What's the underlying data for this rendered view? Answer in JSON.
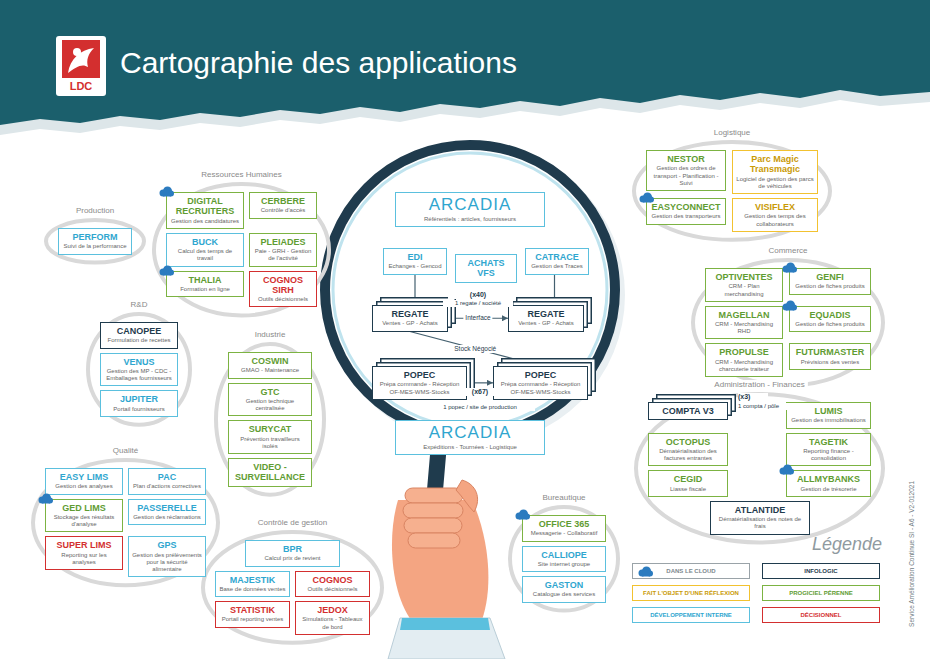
{
  "diagram": {
    "title": "Cartographie des applications",
    "nodes": [
      {
        "text": [
          "Ressources Humaines"
        ]
      },
      {
        "text": [
          "DIGITAL RECRUITERS",
          "Gestion des candidatures"
        ],
        "in": 0
      },
      {
        "text": [
          "CERBERE",
          "Contrôle d'accès"
        ],
        "in": 0
      },
      {
        "text": [
          "BUCK",
          "Calcul des temps de travail"
        ],
        "in": 0
      },
      {
        "text": [
          "PLEIADES",
          "Paie - GRH - Gestion de l'activité"
        ],
        "in": 0
      },
      {
        "text": [
          "THALIA",
          "Formation en ligne"
        ],
        "in": 0
      },
      {
        "text": [
          "COGNOS SIRH",
          "Outils décisionnels"
        ],
        "in": 0
      },
      {
        "text": [
          "Production"
        ]
      },
      {
        "text": [
          "PERFORM",
          "Suivi de la performance"
        ],
        "in": 7
      },
      {
        "text": [
          "R&D"
        ]
      },
      {
        "text": [
          "CANOPEE",
          "Formulation de recettes"
        ],
        "in": 9
      },
      {
        "text": [
          "VENUS",
          "Gestion des MP - CDC - Emballages fournisseurs"
        ],
        "in": 9
      },
      {
        "text": [
          "JUPITER",
          "Portail fournisseurs"
        ],
        "in": 9
      },
      {
        "text": [
          "Industrie"
        ]
      },
      {
        "text": [
          "COSWIN",
          "GMAO - Maintenance"
        ],
        "in": 13
      },
      {
        "text": [
          "GTC",
          "Gestion technique centralisée"
        ],
        "in": 13
      },
      {
        "text": [
          "SURYCAT",
          "Prévention travailleurs isolés"
        ],
        "in": 13
      },
      {
        "text": [
          "VIDEO - SURVEILLANCE"
        ],
        "in": 13
      },
      {
        "text": [
          "Qualité"
        ]
      },
      {
        "text": [
          "EASY LIMS",
          "Gestion des analyses"
        ],
        "in": 18
      },
      {
        "text": [
          "PAC",
          "Plan d'actions correctives"
        ],
        "in": 18
      },
      {
        "text": [
          "GED LIMS",
          "Stockage des résultats d'analyse"
        ],
        "in": 18
      },
      {
        "text": [
          "PASSERELLE",
          "Gestion des réclamations"
        ],
        "in": 18
      },
      {
        "text": [
          "SUPER LIMS",
          "Reporting sur les analyses"
        ],
        "in": 18
      },
      {
        "text": [
          "GPS",
          "Gestion des prélèvements pour la sécurité alimentaire"
        ],
        "in": 18
      },
      {
        "text": [
          "Contrôle de gestion"
        ]
      },
      {
        "text": [
          "BPR",
          "Calcul prix de revient"
        ],
        "in": 25
      },
      {
        "text": [
          "MAJESTIK",
          "Base de données ventes"
        ],
        "in": 25
      },
      {
        "text": [
          "COGNOS",
          "Outils décisionnels"
        ],
        "in": 25
      },
      {
        "text": [
          "STATISTIK",
          "Portail reporting ventes"
        ],
        "in": 25
      },
      {
        "text": [
          "JEDOX",
          "Simulations - Tableaux de bord"
        ],
        "in": 25
      },
      {
        "text": [
          "ARCADIA",
          "Référentiels : articles, fournisseurs"
        ]
      },
      {
        "text": [
          "EDI",
          "Echanges - Gencod"
        ]
      },
      {
        "text": [
          "ACHATS VFS"
        ]
      },
      {
        "text": [
          "CATRACE",
          "Gestion des Traces"
        ]
      },
      {
        "text": [
          "REGATE",
          "Ventes - GP - Achats"
        ]
      },
      {
        "text": [
          "REGATE",
          "Ventes - GP - Achats"
        ]
      },
      {
        "text": [
          "POPEC",
          "Prépa commande - Réception OF-MES-WMS-Stocks"
        ]
      },
      {
        "text": [
          "POPEC",
          "Prépa commande - Réception OF-MES-WMS-Stocks"
        ]
      },
      {
        "text": [
          "ARCADIA",
          "Expéditions - Tournées - Logistique"
        ]
      },
      {
        "text": [
          "Bureautique"
        ]
      },
      {
        "text": [
          "OFFICE 365",
          "Messagerie - Collaboratif"
        ],
        "in": 40
      },
      {
        "text": [
          "CALLIOPE",
          "Site internet groupe"
        ],
        "in": 40
      },
      {
        "text": [
          "GASTON",
          "Catalogue des services"
        ],
        "in": 40
      },
      {
        "text": [
          "Logistique"
        ]
      },
      {
        "text": [
          "NESTOR",
          "Gestion des ordres de transport - Planification - Suivi"
        ],
        "in": 44
      },
      {
        "text": [
          "Parc Magic Transmagic",
          "Logiciel de gestion des parcs de véhicules"
        ],
        "in": 44
      },
      {
        "text": [
          "EASYCONNECT",
          "Gestion des transporteurs"
        ],
        "in": 44
      },
      {
        "text": [
          "VISIFLEX",
          "Gestion des temps des collaborateurs"
        ],
        "in": 44
      },
      {
        "text": [
          "Commerce"
        ]
      },
      {
        "text": [
          "OPTIVENTES",
          "CRM - Plan merchandising"
        ],
        "in": 49
      },
      {
        "text": [
          "GENFI",
          "Gestion de fiches produits"
        ],
        "in": 49
      },
      {
        "text": [
          "MAGELLAN",
          "CRM - Merchandising RHD"
        ],
        "in": 49
      },
      {
        "text": [
          "EQUADIS",
          "Gestion de fiches produits"
        ],
        "in": 49
      },
      {
        "text": [
          "PROPULSE",
          "CRM - Merchandising charcuterie traiteur"
        ],
        "in": 49
      },
      {
        "text": [
          "FUTURMASTER",
          "Prévisions des ventes"
        ],
        "in": 49
      },
      {
        "text": [
          "Administration - Finances"
        ]
      },
      {
        "text": [
          "COMPTA V3"
        ],
        "in": 56
      },
      {
        "text": [
          "LUMIS",
          "Gestion des immobilisations"
        ],
        "in": 56
      },
      {
        "text": [
          "OCTOPUS",
          "Dématérialisation des factures entrantes"
        ],
        "in": 56
      },
      {
        "text": [
          "TAGETIK",
          "Reporting finance - consolidation"
        ],
        "in": 56
      },
      {
        "text": [
          "CEGID",
          "Liasse fiscale"
        ],
        "in": 56
      },
      {
        "text": [
          "ALLMYBANKS",
          "Gestion de trésorerie"
        ],
        "in": 56
      },
      {
        "text": [
          "ATLANTIDE",
          "Dématérialisation des notes de frais"
        ],
        "in": 56
      }
    ],
    "edges": [
      {
        "from": 32,
        "to": 35,
        "arrow": "to"
      },
      {
        "from": 34,
        "to": 36,
        "arrow": "to"
      },
      {
        "from": 35,
        "to": 36,
        "label": "Interface",
        "arrow": "both"
      },
      {
        "from": 35,
        "to": 38,
        "label": "Stock Négocié",
        "arrow": "to"
      },
      {
        "from": 37,
        "to": 38,
        "arrow": "both"
      }
    ],
    "labels": [
      "LDC",
      "(x40)",
      "1 regate / société",
      "(x67)",
      "1 popec / site de production",
      "(x3)",
      "1 compta / pôle",
      "Légende",
      "Service Amélioration Continue SI - A6 - V2-012021"
    ],
    "legend": [
      {
        "text": "DANS LE CLOUD"
      },
      {
        "text": "INFOLOGIC",
        "color": "#1f3b4d"
      },
      {
        "text": "FAIT L'OBJET D'UNE RÉFLEXION",
        "color": "#f2c230"
      },
      {
        "text": "PROGICIEL PÉRENNE",
        "color": "#7cb342"
      },
      {
        "text": "DÉVELOPPEMENT INTERNE",
        "color": "#5bc0de"
      },
      {
        "text": "DÉCISIONNEL",
        "color": "#d32f2f"
      }
    ]
  }
}
